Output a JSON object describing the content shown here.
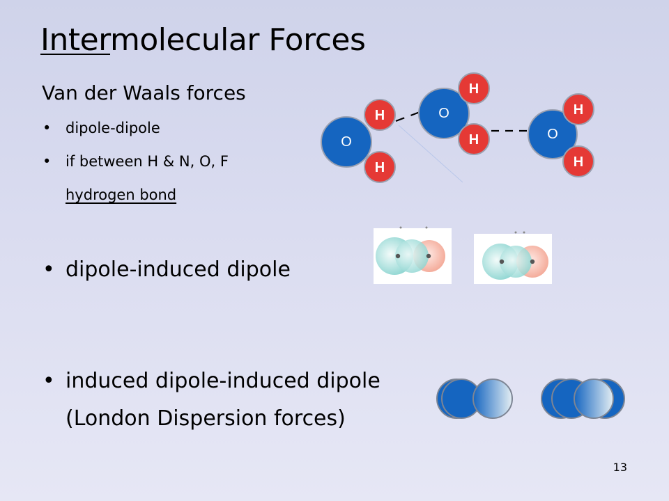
{
  "slide": {
    "title_underlined": "Inter",
    "title_rest": "molecular Forces",
    "page_number": "13"
  },
  "content": {
    "heading": "Van der Waals forces",
    "bullets": {
      "dipole_dipole": "dipole-dipole",
      "h_bond_condition": "if between H & N, O, F",
      "hydrogen_bond": "hydrogen bond",
      "dipole_induced": "dipole-induced dipole",
      "induced_induced": "induced dipole-induced dipole",
      "london": "(London Dispersion forces)"
    },
    "bullet_char": "•"
  },
  "diagram": {
    "oxygen_label": "O",
    "hydrogen_label": "H",
    "colors": {
      "oxygen": "#1565c0",
      "hydrogen": "#e53935",
      "atom_outline": "#9aa0b0"
    }
  }
}
